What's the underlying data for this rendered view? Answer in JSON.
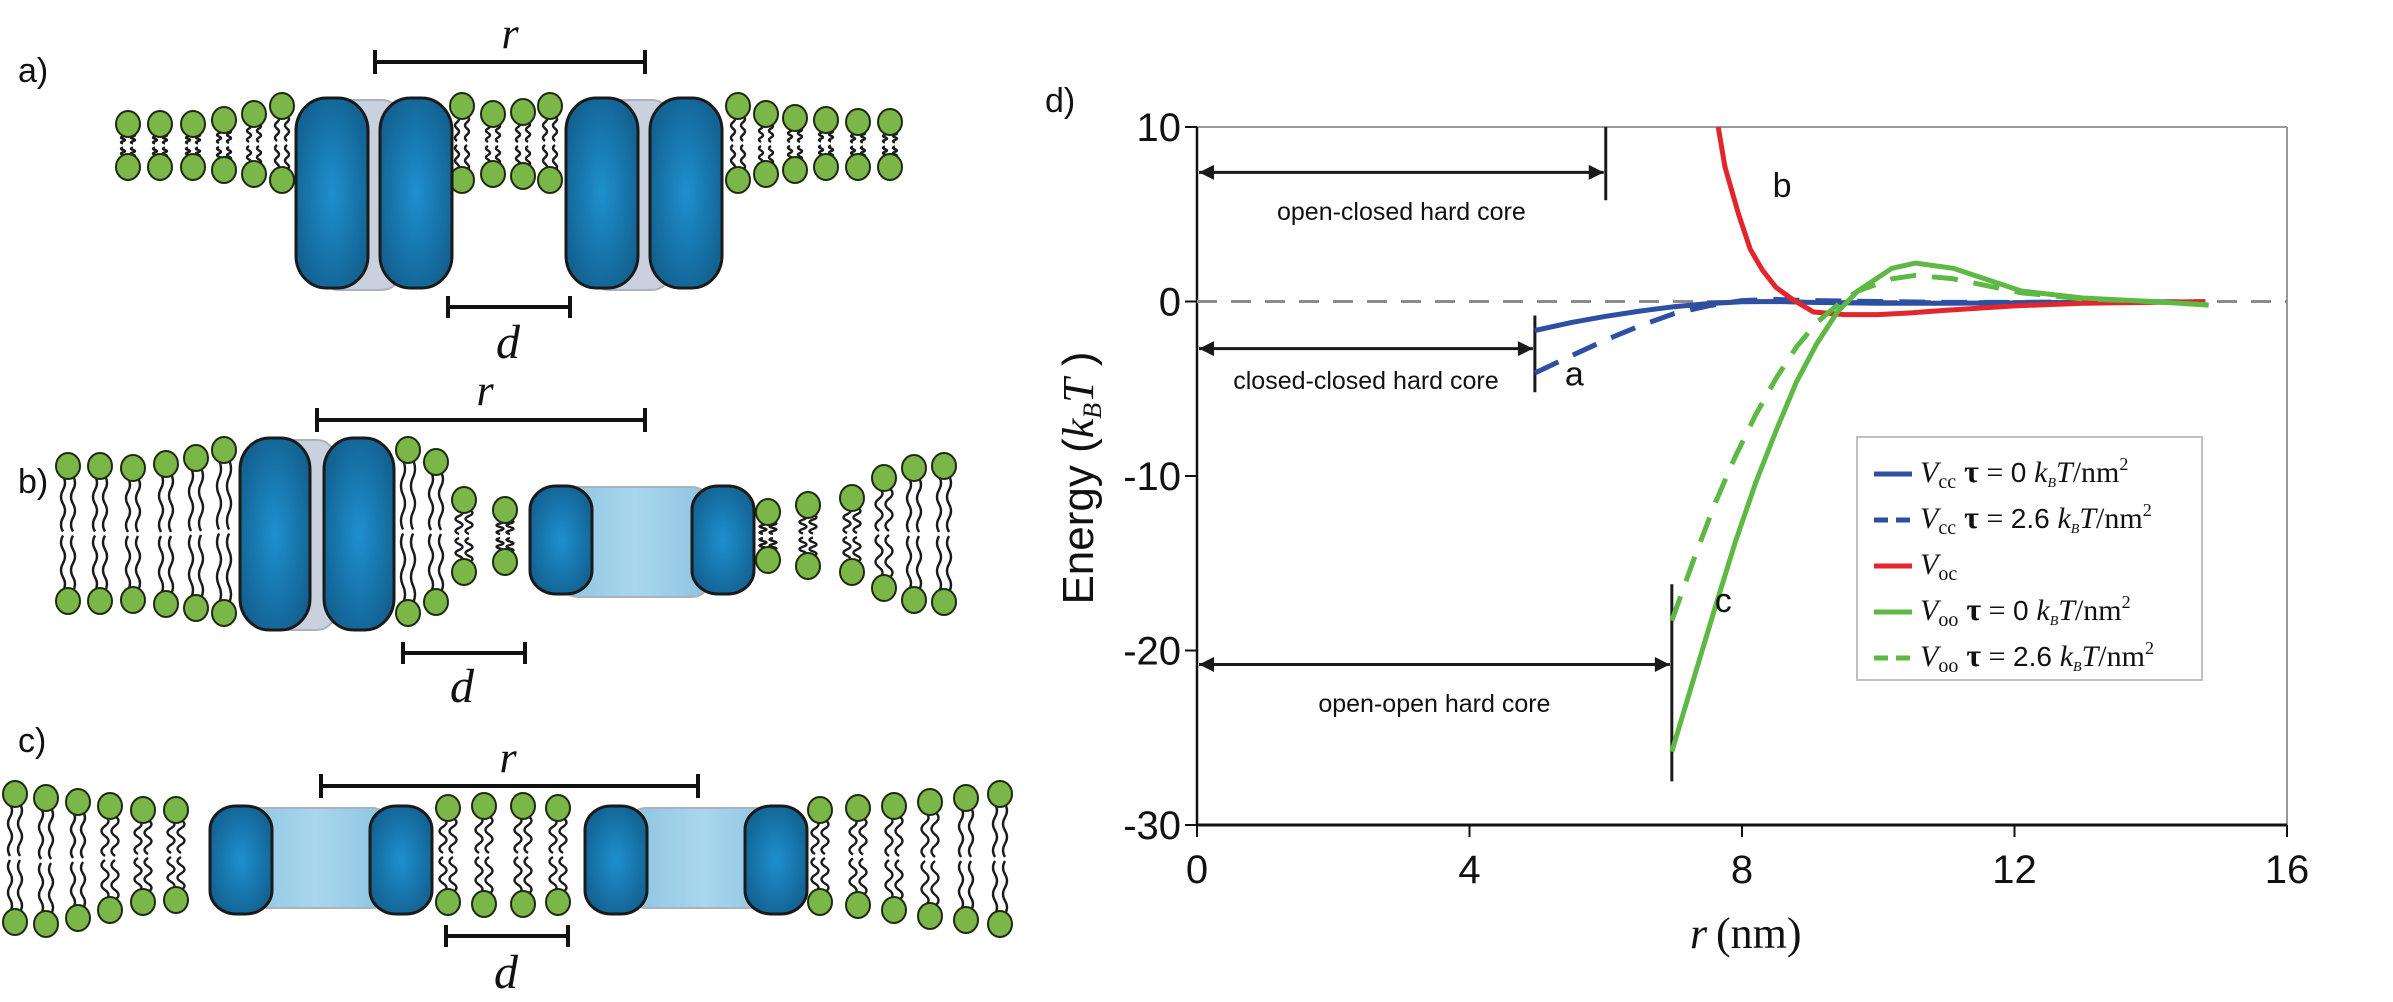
{
  "schematic": {
    "panels": [
      {
        "label": "a)",
        "r_label": "r",
        "d_label": "d",
        "state": "closed-closed"
      },
      {
        "label": "b)",
        "r_label": "r",
        "d_label": "d",
        "state": "open-closed"
      },
      {
        "label": "c)",
        "r_label": "r",
        "d_label": "d",
        "state": "open-open"
      }
    ],
    "colors": {
      "lipid_head": "#7ab648",
      "protein_dark": "#156a9c",
      "protein_light": "#1e90cf",
      "channel_open": "#9fd0ea",
      "channel_closed": "#c9d1de"
    }
  },
  "chart_data": {
    "type": "line",
    "panel_label": "d)",
    "title": "",
    "xlabel_italic": "r",
    "xlabel_unit": "(nm)",
    "ylabel": "Energy (",
    "ylabel_k": "k",
    "ylabel_sub": "B",
    "ylabel_T": "T",
    "ylabel_close": " )",
    "xlim": [
      0,
      16
    ],
    "ylim": [
      -30,
      10
    ],
    "xticks": [
      0,
      4,
      8,
      12,
      16
    ],
    "xtick_labels": [
      "0",
      "4",
      "8",
      "12",
      "16"
    ],
    "yticks": [
      10,
      0,
      -10,
      -20,
      -30
    ],
    "ytick_labels": [
      "10",
      "0",
      "-10",
      "-20",
      "-30"
    ],
    "grid": false,
    "zero_line": {
      "y": 0,
      "style": "dashed",
      "color": "#8c8c8c"
    },
    "series": [
      {
        "name": "Vcc τ = 0 kBT/nm²",
        "key": "Vcc_0",
        "color": "#2f4fa2",
        "dash": false,
        "x": [
          4.96,
          5.5,
          6.0,
          6.5,
          7.0,
          7.5,
          8.0,
          8.5,
          9.0,
          10.0,
          11.0,
          12.0,
          13.0,
          14.0,
          14.8
        ],
        "y": [
          -1.66,
          -1.2,
          -0.85,
          -0.55,
          -0.3,
          -0.12,
          -0.02,
          0.0,
          -0.05,
          -0.1,
          -0.1,
          -0.08,
          -0.05,
          -0.03,
          -0.02
        ]
      },
      {
        "name": "Vcc τ = 2.6 kBT/nm²",
        "key": "Vcc_26",
        "color": "#2f4fa2",
        "dash": true,
        "x": [
          4.96,
          5.5,
          6.0,
          6.5,
          7.0,
          7.5,
          8.0,
          8.5,
          9.0,
          10.0,
          11.0,
          12.0,
          13.0,
          14.0,
          14.8
        ],
        "y": [
          -4.1,
          -3.1,
          -2.2,
          -1.4,
          -0.7,
          -0.25,
          0.05,
          0.12,
          0.05,
          0.0,
          -0.05,
          -0.05,
          -0.03,
          -0.02,
          -0.02
        ]
      },
      {
        "name": "Voc",
        "key": "Voc",
        "color": "#e2262b",
        "dash": false,
        "x": [
          7.65,
          7.75,
          7.95,
          8.12,
          8.3,
          8.5,
          8.75,
          9.05,
          9.5,
          10.0,
          10.5,
          11.0,
          12.0,
          13.0,
          14.0,
          14.8
        ],
        "y": [
          10.0,
          7.7,
          5.0,
          3.0,
          1.8,
          0.8,
          0.1,
          -0.6,
          -0.75,
          -0.75,
          -0.65,
          -0.5,
          -0.25,
          -0.1,
          -0.05,
          -0.02
        ]
      },
      {
        "name": "Voo τ = 0 kBT/nm²",
        "key": "Voo_0",
        "color": "#5db844",
        "dash": false,
        "x": [
          6.97,
          7.3,
          7.6,
          7.9,
          8.2,
          8.5,
          8.8,
          9.1,
          9.4,
          9.7,
          10.2,
          10.55,
          11.1,
          12.1,
          13.0,
          14.0,
          14.85
        ],
        "y": [
          -25.8,
          -21.5,
          -17.6,
          -13.8,
          -10.4,
          -7.4,
          -4.6,
          -2.4,
          -0.6,
          0.6,
          1.9,
          2.2,
          1.9,
          0.6,
          0.2,
          0.0,
          -0.2
        ]
      },
      {
        "name": "Voo τ = 2.6 kBT/nm²",
        "key": "Voo_26",
        "color": "#5db844",
        "dash": true,
        "x": [
          6.97,
          7.3,
          7.6,
          7.9,
          8.2,
          8.5,
          8.8,
          9.1,
          9.4,
          9.7,
          10.2,
          10.55,
          11.1,
          12.1,
          13.0,
          14.0,
          14.85
        ],
        "y": [
          -18.3,
          -14.7,
          -11.6,
          -8.9,
          -6.5,
          -4.4,
          -2.6,
          -1.2,
          -0.2,
          0.6,
          1.3,
          1.5,
          1.3,
          0.5,
          0.15,
          0.0,
          -0.2
        ]
      }
    ],
    "annotations": [
      {
        "text": "open-closed hard core",
        "hardcore_r": 6.0,
        "arrow_y": 7.4,
        "bar_y": [
          10,
          5.8
        ],
        "text_y": 5.2
      },
      {
        "text": "closed-closed hard core",
        "hardcore_r": 4.96,
        "arrow_y": -2.7,
        "bar_y": [
          -0.8,
          -5.2
        ],
        "text_y": -4.5
      },
      {
        "text": "open-open hard core",
        "hardcore_r": 6.97,
        "arrow_y": -20.8,
        "bar_y": [
          -16.2,
          -27.5
        ],
        "text_y": -23.0
      }
    ],
    "curve_labels": [
      {
        "text": "b",
        "x": 8.45,
        "y": 6.0
      },
      {
        "text": "a",
        "x": 5.4,
        "y": -4.8
      },
      {
        "text": "c",
        "x": 7.6,
        "y": -17.8
      }
    ],
    "legend": {
      "placement": "lower-right",
      "entries": [
        {
          "series": "Vcc_0",
          "V": "V",
          "sub": "cc",
          "tau": "τ",
          "eq": "=",
          "val": "0",
          "k": "k",
          "ksub": "B",
          "unit": "T/nm",
          "sup": "2"
        },
        {
          "series": "Vcc_26",
          "V": "V",
          "sub": "cc",
          "tau": "τ",
          "eq": "=",
          "val": "2.6",
          "k": "k",
          "ksub": "B",
          "unit": "T/nm",
          "sup": "2"
        },
        {
          "series": "Voc",
          "V": "V",
          "sub": "oc",
          "tau": "",
          "eq": "",
          "val": "",
          "k": "",
          "ksub": "",
          "unit": "",
          "sup": ""
        },
        {
          "series": "Voo_0",
          "V": "V",
          "sub": "oo",
          "tau": "τ",
          "eq": "=",
          "val": "0",
          "k": "k",
          "ksub": "B",
          "unit": "T/nm",
          "sup": "2"
        },
        {
          "series": "Voo_26",
          "V": "V",
          "sub": "oo",
          "tau": "τ",
          "eq": "=",
          "val": "2.6",
          "k": "k",
          "ksub": "B",
          "unit": "T/nm",
          "sup": "2"
        }
      ]
    }
  }
}
